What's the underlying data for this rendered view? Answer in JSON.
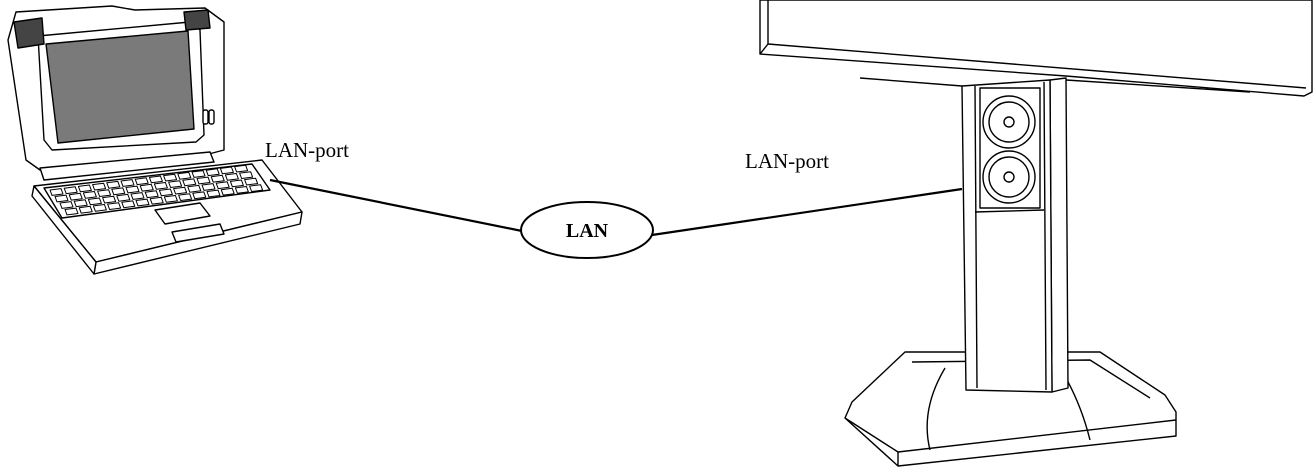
{
  "diagram": {
    "laptop": {
      "port_label": "LAN-port"
    },
    "network": {
      "label": "LAN"
    },
    "video_system": {
      "port_label": "LAN-port"
    }
  },
  "colors": {
    "line": "#000000",
    "screen": "#7a7a7a",
    "speaker_grille": "#444444",
    "device_body": "#ffffff"
  }
}
